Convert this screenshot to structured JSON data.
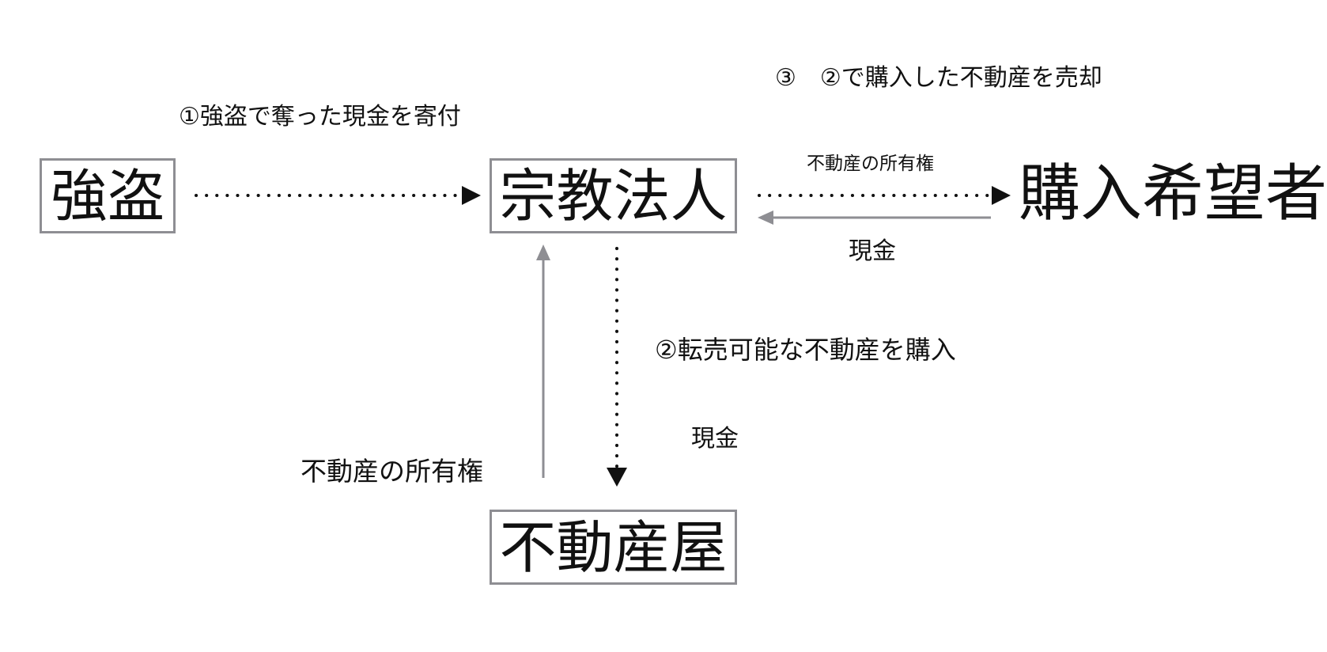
{
  "nodes": {
    "robbery": "強盗",
    "religious_corp": "宗教法人",
    "real_estate_agent": "不動産屋",
    "buyer": "購入希望者"
  },
  "labels": {
    "step1": "①強盗で奪った現金を寄付",
    "step2": "②転売可能な不動産を購入",
    "step3": "③　②で購入した不動産を売却",
    "ownership_to_buyer": "不動産の所有権",
    "cash_from_buyer": "現金",
    "cash_to_agent": "現金",
    "ownership_from_agent": "不動産の所有権"
  },
  "colors": {
    "box_border": "#8e8e93",
    "dotted_arrow": "#111111",
    "solid_arrow": "#8e8e93",
    "text": "#111111"
  }
}
